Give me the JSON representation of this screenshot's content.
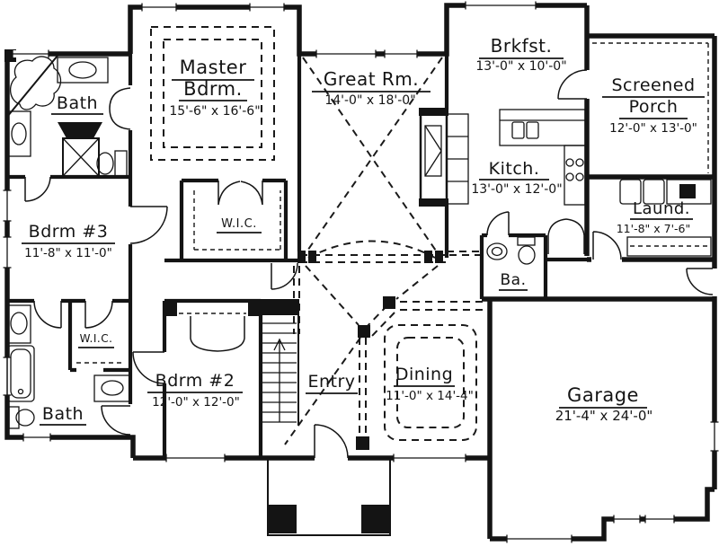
{
  "colors": {
    "ink": "#141414",
    "paper": "#ffffff"
  },
  "rooms": {
    "master_bath": {
      "name": "Bath"
    },
    "master": {
      "name_line1": "Master",
      "name_line2": "Bdrm.",
      "dims": "15'-6\" x 16'-6\""
    },
    "great_room": {
      "name": "Great Rm.",
      "dims": "14'-0\" x 18'-0\""
    },
    "breakfast": {
      "name": "Brkfst.",
      "dims": "13'-0\" x 10'-0\""
    },
    "screened_porch": {
      "name_line1": "Screened",
      "name_line2": "Porch",
      "dims": "12'-0\" x 13'-0\""
    },
    "kitchen": {
      "name": "Kitch.",
      "dims": "13'-0\" x 12'-0\""
    },
    "laundry": {
      "name": "Laund.",
      "dims": "11'-8\" x 7'-6\""
    },
    "bedroom3": {
      "name": "Bdrm #3",
      "dims": "11'-8\" x 11'-0\""
    },
    "master_wic": {
      "name": "W.I.C."
    },
    "hall_wic": {
      "name": "W.I.C."
    },
    "bedroom2": {
      "name": "Bdrm #2",
      "dims": "12'-0\" x 12'-0\""
    },
    "hall_bath": {
      "name": "Bath"
    },
    "entry": {
      "name": "Entry"
    },
    "powder": {
      "name": "Ba."
    },
    "dining": {
      "name": "Dining",
      "dims": "11'-0\" x 14'-4\""
    },
    "garage": {
      "name": "Garage",
      "dims": "21'-4\" x 24'-0\""
    }
  }
}
